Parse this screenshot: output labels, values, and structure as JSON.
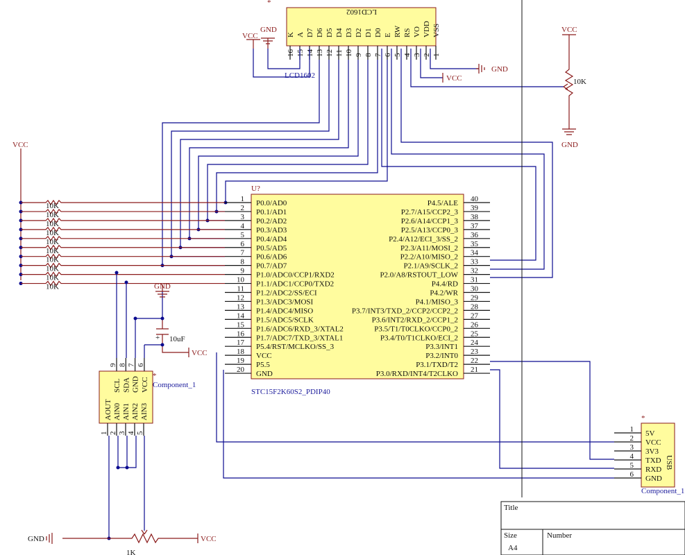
{
  "lcd": {
    "designator": "LCD1602",
    "title_mirror": "LCD1602",
    "pins": [
      {
        "num": "16",
        "name": "K"
      },
      {
        "num": "15",
        "name": "A"
      },
      {
        "num": "14",
        "name": "D7"
      },
      {
        "num": "13",
        "name": "D6"
      },
      {
        "num": "12",
        "name": "D5"
      },
      {
        "num": "11",
        "name": "D4"
      },
      {
        "num": "10",
        "name": "D3"
      },
      {
        "num": "9",
        "name": "D2"
      },
      {
        "num": "8",
        "name": "D1"
      },
      {
        "num": "7",
        "name": "D0"
      },
      {
        "num": "6",
        "name": "E"
      },
      {
        "num": "5",
        "name": "RW"
      },
      {
        "num": "4",
        "name": "RS"
      },
      {
        "num": "3",
        "name": "VO"
      },
      {
        "num": "2",
        "name": "VDD"
      },
      {
        "num": "1",
        "name": "VSS"
      }
    ]
  },
  "mcu": {
    "designator": "U?",
    "part": "STC15F2K60S2_PDIP40",
    "left_pins": [
      {
        "num": "1",
        "name": "P0.0/AD0"
      },
      {
        "num": "2",
        "name": "P0.1/AD1"
      },
      {
        "num": "3",
        "name": "P0.2/AD2"
      },
      {
        "num": "4",
        "name": "P0.3/AD3"
      },
      {
        "num": "5",
        "name": "P0.4/AD4"
      },
      {
        "num": "6",
        "name": "P0.5/AD5"
      },
      {
        "num": "7",
        "name": "P0.6/AD6"
      },
      {
        "num": "8",
        "name": "P0.7/AD7"
      },
      {
        "num": "9",
        "name": "P1.0/ADC0/CCP1/RXD2"
      },
      {
        "num": "10",
        "name": "P1.1/ADC1/CCP0/TXD2"
      },
      {
        "num": "11",
        "name": "P1.2/ADC2/SS/ECI"
      },
      {
        "num": "12",
        "name": "P1.3/ADC3/MOSI"
      },
      {
        "num": "13",
        "name": "P1.4/ADC4/MISO"
      },
      {
        "num": "14",
        "name": "P1.5/ADC5/SCLK"
      },
      {
        "num": "15",
        "name": "P1.6/ADC6/RXD_3/XTAL2"
      },
      {
        "num": "16",
        "name": "P1.7/ADC7/TXD_3/XTAL1"
      },
      {
        "num": "17",
        "name": "P5.4/RST/MCLKO/SS_3"
      },
      {
        "num": "18",
        "name": "VCC"
      },
      {
        "num": "19",
        "name": "P5.5"
      },
      {
        "num": "20",
        "name": "GND"
      }
    ],
    "right_pins": [
      {
        "num": "40",
        "name": "P4.5/ALE"
      },
      {
        "num": "39",
        "name": "P2.7/A15/CCP2_3"
      },
      {
        "num": "38",
        "name": "P2.6/A14/CCP1_3"
      },
      {
        "num": "37",
        "name": "P2.5/A13/CCP0_3"
      },
      {
        "num": "36",
        "name": "P2.4/A12/ECI_3/SS_2"
      },
      {
        "num": "35",
        "name": "P2.3/A11/MOSI_2"
      },
      {
        "num": "34",
        "name": "P2.2/A10/MISO_2"
      },
      {
        "num": "33",
        "name": "P2.1/A9/SCLK_2"
      },
      {
        "num": "32",
        "name": "P2.0/A8/RSTOUT_LOW"
      },
      {
        "num": "31",
        "name": "P4.4/RD"
      },
      {
        "num": "30",
        "name": "P4.2/WR"
      },
      {
        "num": "29",
        "name": "P4.1/MISO_3"
      },
      {
        "num": "28",
        "name": "P3.7/INT3/TXD_2/CCP2/CCP2_2"
      },
      {
        "num": "27",
        "name": "P3.6/INT2/RXD_2/CCP1_2"
      },
      {
        "num": "26",
        "name": "P3.5/T1/T0CLKO/CCP0_2"
      },
      {
        "num": "25",
        "name": "P3.4/T0/T1CLKO/ECI_2"
      },
      {
        "num": "24",
        "name": "P3.3/INT1"
      },
      {
        "num": "23",
        "name": "P3.2/INT0"
      },
      {
        "num": "22",
        "name": "P3.1/TXD/T2"
      },
      {
        "num": "21",
        "name": "P3.0/RXD/INT4/T2CLKO"
      }
    ]
  },
  "adc": {
    "designator": "Component_1",
    "star": "*",
    "top_pins": [
      {
        "num": "9",
        "name": "SCL"
      },
      {
        "num": "8",
        "name": "SDA"
      },
      {
        "num": "7",
        "name": "GND"
      },
      {
        "num": "6",
        "name": "VCC"
      }
    ],
    "bottom_pins": [
      {
        "num": "1",
        "name": "AOUT"
      },
      {
        "num": "2",
        "name": "AIN0"
      },
      {
        "num": "3",
        "name": "AIN1"
      },
      {
        "num": "4",
        "name": "AIN2"
      },
      {
        "num": "5",
        "name": "AIN3"
      }
    ]
  },
  "usb": {
    "designator": "Component_1",
    "label": "USB",
    "star": "*",
    "pins": [
      {
        "num": "1",
        "name": "5V"
      },
      {
        "num": "2",
        "name": "VCC"
      },
      {
        "num": "3",
        "name": "3V3"
      },
      {
        "num": "4",
        "name": "TXD"
      },
      {
        "num": "5",
        "name": "RXD"
      },
      {
        "num": "6",
        "name": "GND"
      }
    ]
  },
  "nets": {
    "vcc": "VCC",
    "gnd": "GND"
  },
  "parts": {
    "pot_top_value": "10K",
    "pot_bottom_value": "1K",
    "cap_value": "10uF",
    "cap_plus": "+",
    "pullups": [
      "10K",
      "10K",
      "10K",
      "10K",
      "10K",
      "10K",
      "10K",
      "10K",
      "10K",
      "10K"
    ],
    "lcd_star": "*"
  },
  "titleblock": {
    "title": "Title",
    "size": "Size",
    "number": "Number",
    "size_value": "A4"
  }
}
